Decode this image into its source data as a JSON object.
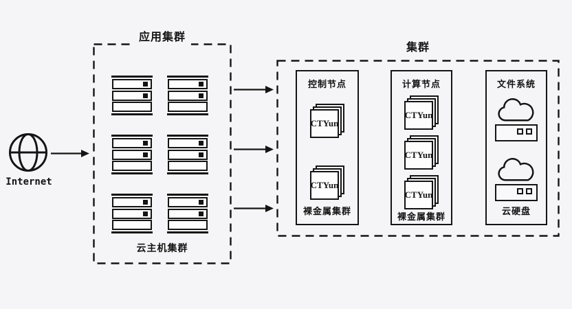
{
  "canvas": {
    "background": "#f5f4f6",
    "line_color": "#141414"
  },
  "internet": {
    "label": "Internet"
  },
  "app_cluster": {
    "title": "应用集群",
    "bottom_label": "云主机集群",
    "server_rack_count": 6
  },
  "cluster": {
    "title": "集群",
    "control_node": {
      "title": "控制节点",
      "bottom_label": "裸金属集群",
      "card_label": "CTYun",
      "card_count": 2
    },
    "compute_node": {
      "title": "计算节点",
      "bottom_label": "裸金属集群",
      "card_label": "CTYun",
      "card_count": 3
    },
    "file_system": {
      "title": "文件系统",
      "bottom_label": "云硬盘",
      "disk_count": 2
    }
  },
  "icons": {
    "internet": "globe-icon",
    "server": "server-rack-icon",
    "card_stack": "layered-cards-icon",
    "storage": "cloud-disk-icon",
    "connector": "right-arrow-icon"
  }
}
